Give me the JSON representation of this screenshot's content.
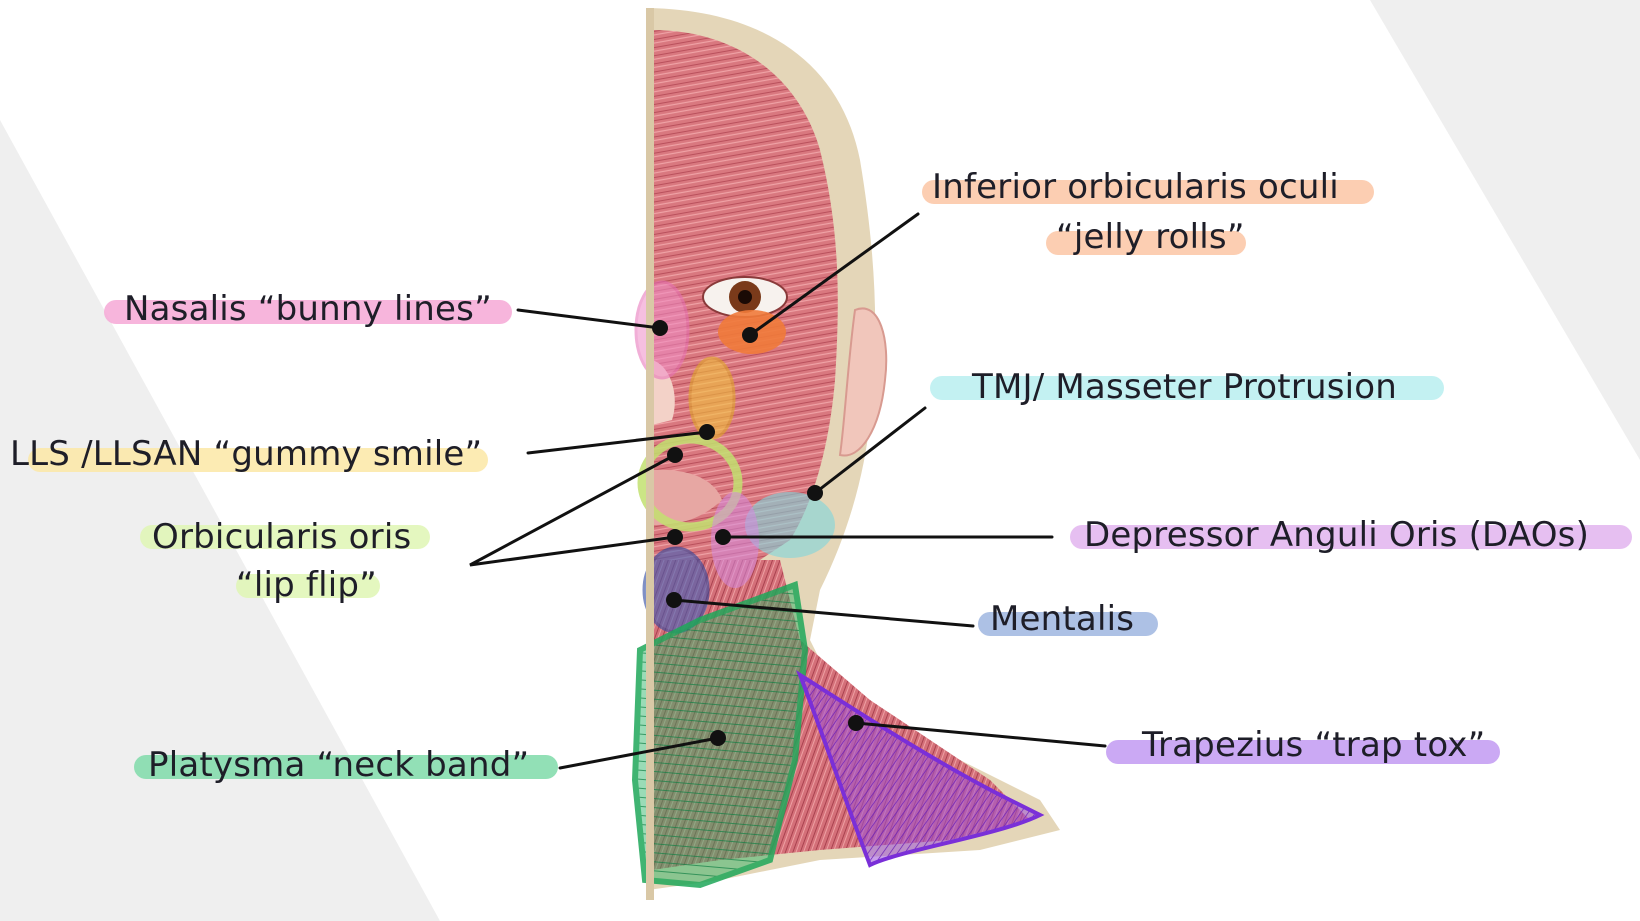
{
  "colors": {
    "skin": "#f3d2c8",
    "bone": "#e4d6b8",
    "muscle_light": "#e79a9a",
    "muscle_dark": "#b04a55",
    "background_band": "#efefef",
    "leader_line": "#111111",
    "nasalis": "#f6a8d6",
    "orbicularis_oculi": "#fbc6a4",
    "lls": "#fbe7a6",
    "orbicularis_oris": "#dff6b4",
    "tmj": "#b9eef0",
    "dao": "#e2b4ee",
    "mentalis": "#9fb6e0",
    "platysma": "#7fdba9",
    "trapezius": "#c29af2",
    "nasalis_mark": "#f08cc8",
    "oculi_mark": "#f07a3a",
    "lls_mark": "#f2c23c",
    "oris_mark": "#c2e070",
    "tmj_mark": "#7fd6dc",
    "dao_mark": "#d38ae0",
    "mentalis_mark": "#3f5fb8",
    "platysma_mark": "#1fa85a",
    "trapezius_mark": "#7a2fd8"
  },
  "labels": {
    "nasalis": "Nasalis “bunny lines”",
    "lls": "LLS /LLSAN “gummy smile”",
    "orbicularis_oris_1": "Orbicularis oris",
    "orbicularis_oris_2": "“lip flip”",
    "platysma": "Platysma “neck band”",
    "orbicularis_oculi_1": "Inferior orbicularis oculi",
    "orbicularis_oculi_2": "“jelly rolls”",
    "tmj": "TMJ/ Masseter Protrusion",
    "dao": "Depressor Anguli Oris (DAOs)",
    "mentalis": "Mentalis",
    "trapezius": "Trapezius “trap tox”"
  }
}
